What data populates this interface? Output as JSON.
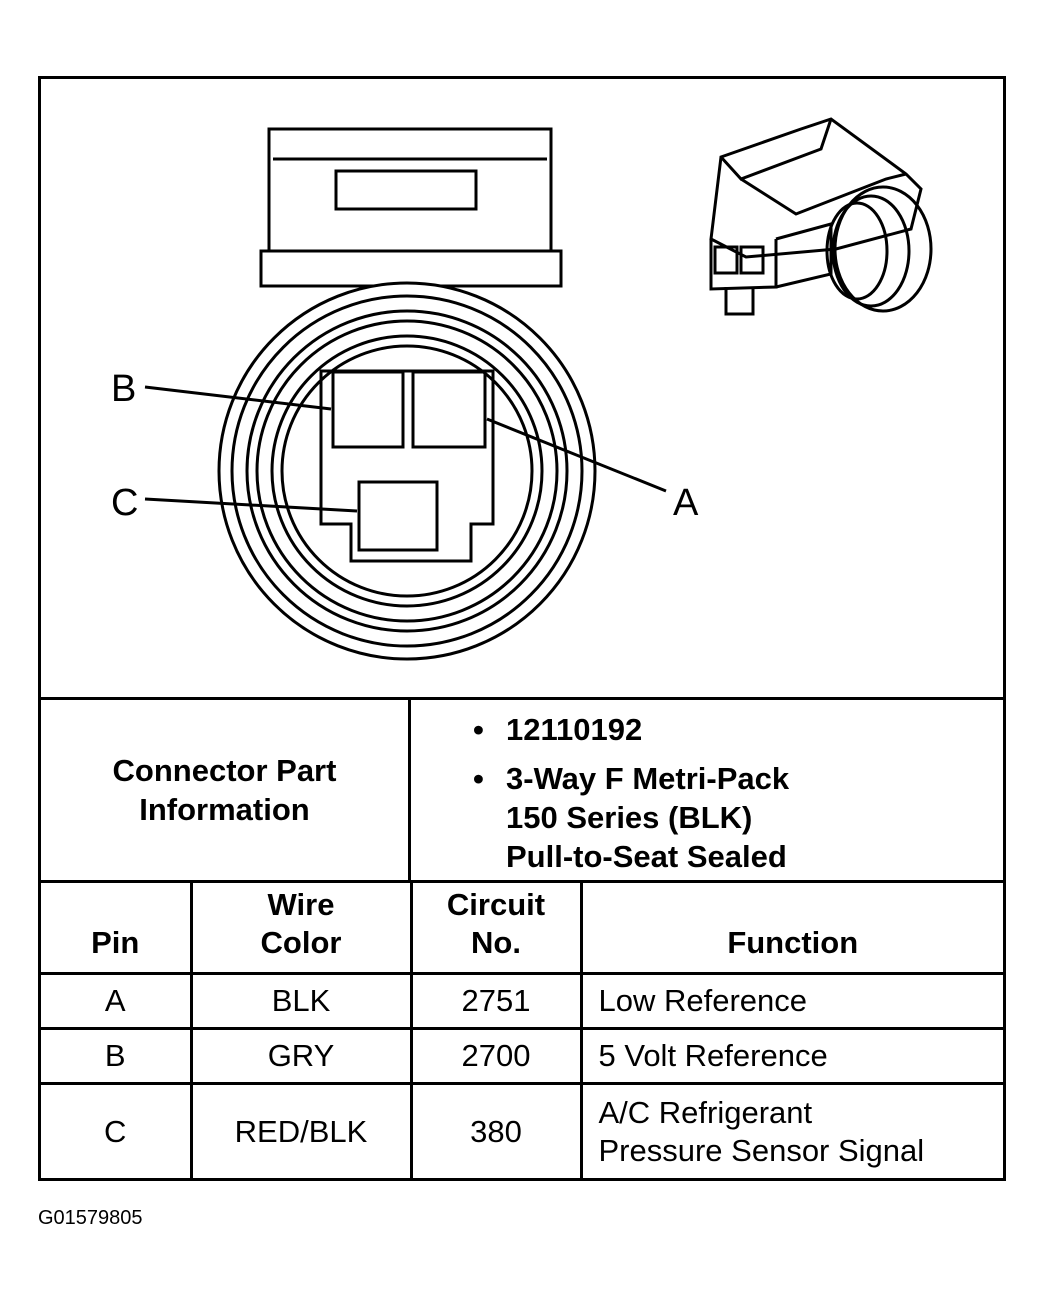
{
  "diagram": {
    "pin_labels": {
      "a": "A",
      "b": "B",
      "c": "C"
    }
  },
  "connector_info": {
    "label_line1": "Connector Part",
    "label_line2": "Information",
    "bullet": "•",
    "part_number": "12110192",
    "description_line1": "3-Way F Metri-Pack",
    "description_line2": "150 Series (BLK)",
    "description_line3": "Pull-to-Seat Sealed"
  },
  "pin_table": {
    "headers": {
      "pin": "Pin",
      "wire_color_line1": "Wire",
      "wire_color_line2": "Color",
      "circuit_line1": "Circuit",
      "circuit_line2": "No.",
      "function": "Function"
    },
    "rows": [
      {
        "pin": "A",
        "wire_color": "BLK",
        "circuit": "2751",
        "function_line1": "Low Reference",
        "function_line2": ""
      },
      {
        "pin": "B",
        "wire_color": "GRY",
        "circuit": "2700",
        "function_line1": "5 Volt Reference",
        "function_line2": ""
      },
      {
        "pin": "C",
        "wire_color": "RED/BLK",
        "circuit": "380",
        "function_line1": "A/C Refrigerant",
        "function_line2": "Pressure Sensor Signal"
      }
    ]
  },
  "figure_id": "G01579805"
}
